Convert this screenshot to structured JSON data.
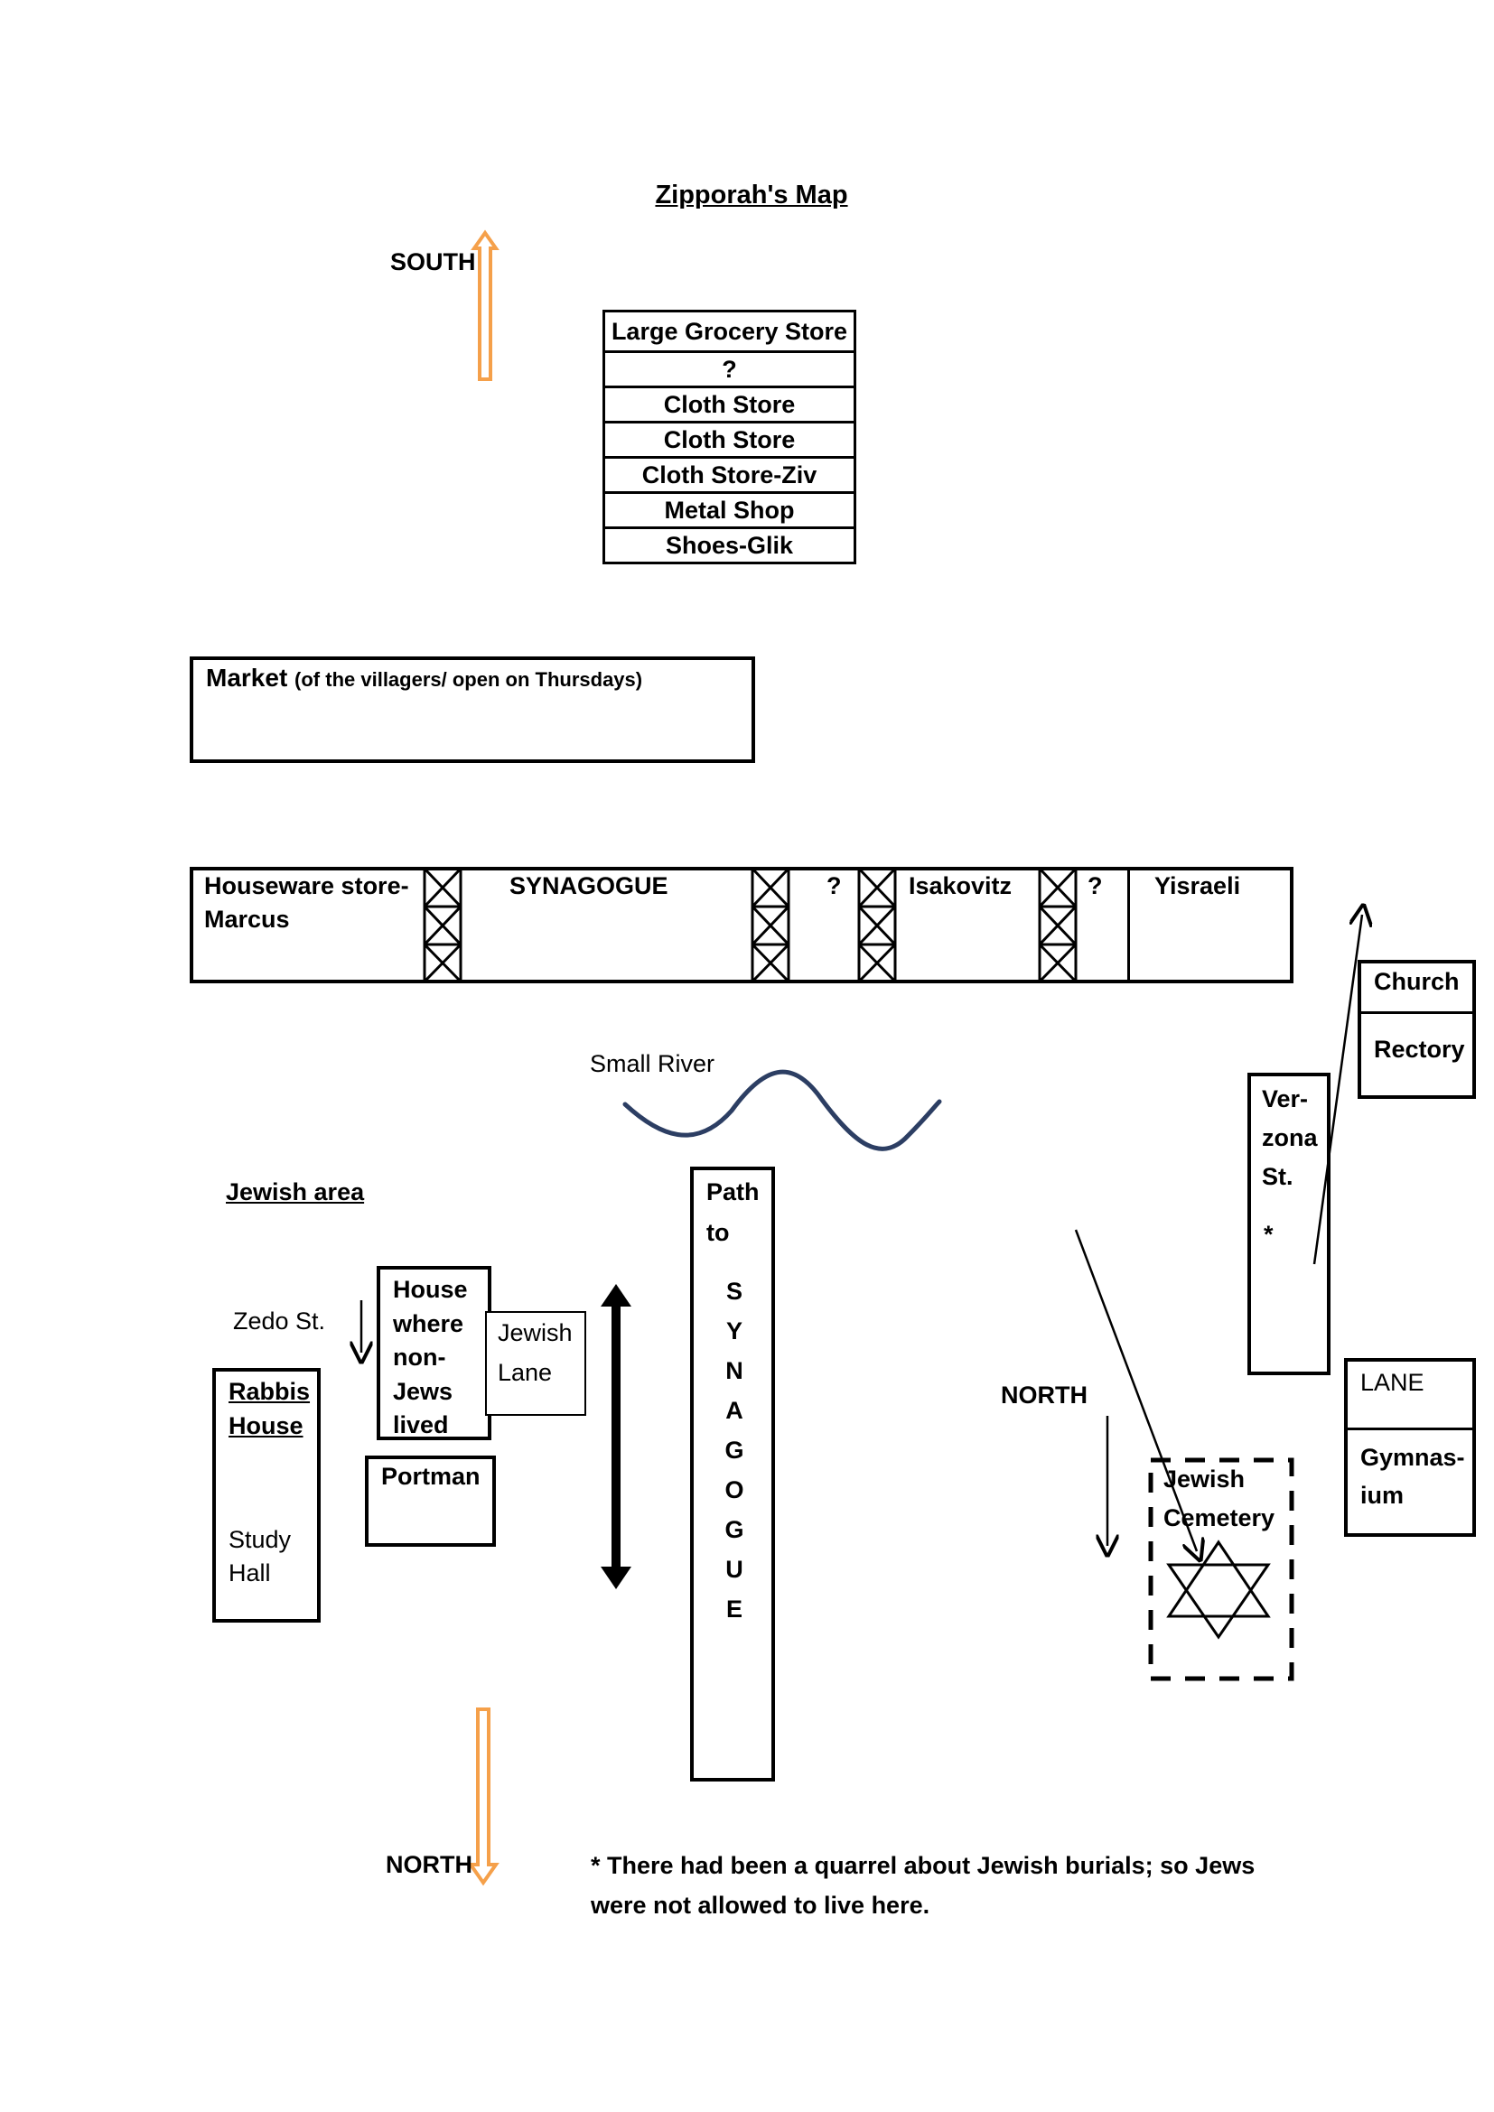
{
  "title": "Zipporah's Map",
  "compass": {
    "south": "SOUTH",
    "north": "NORTH",
    "north_mid": "NORTH"
  },
  "stores": [
    "Large Grocery Store",
    "?",
    "Cloth Store",
    "Cloth Store",
    "Cloth Store-Ziv",
    "Metal Shop",
    "Shoes-Glik"
  ],
  "market": {
    "label": "Market",
    "note": "(of the villagers/ open on Thursdays)"
  },
  "street_row": {
    "houseware": "Houseware store-Marcus",
    "synagogue": "SYNAGOGUE",
    "q1": "?",
    "isakovitz": "Isakovitz",
    "q2": "?",
    "yisraeli": "Yisraeli"
  },
  "river_label": "Small River",
  "jewish_area": "Jewish area",
  "zedo_st": "Zedo St.",
  "house_non_jews": "House where non-Jews lived",
  "jewish_lane": "Jewish Lane",
  "rabbis_house": "Rabbis House",
  "study_hall": "Study Hall",
  "portman": "Portman",
  "path_to": "Path to",
  "path_letters": [
    "S",
    "Y",
    "N",
    "A",
    "G",
    "O",
    "G",
    "U",
    "E"
  ],
  "church": "Church",
  "rectory": "Rectory",
  "verzona": "Ver-zona St.",
  "asterisk": "*",
  "lane": "LANE",
  "gymnasium": "Gymnas-ium",
  "cemetery": "Jewish Cemetery",
  "footnote": "* There had been a quarrel about Jewish burials;  so Jews were not allowed to live here.",
  "colors": {
    "orange": "#f5a04a",
    "river": "#2c3e63",
    "black": "#000000"
  }
}
